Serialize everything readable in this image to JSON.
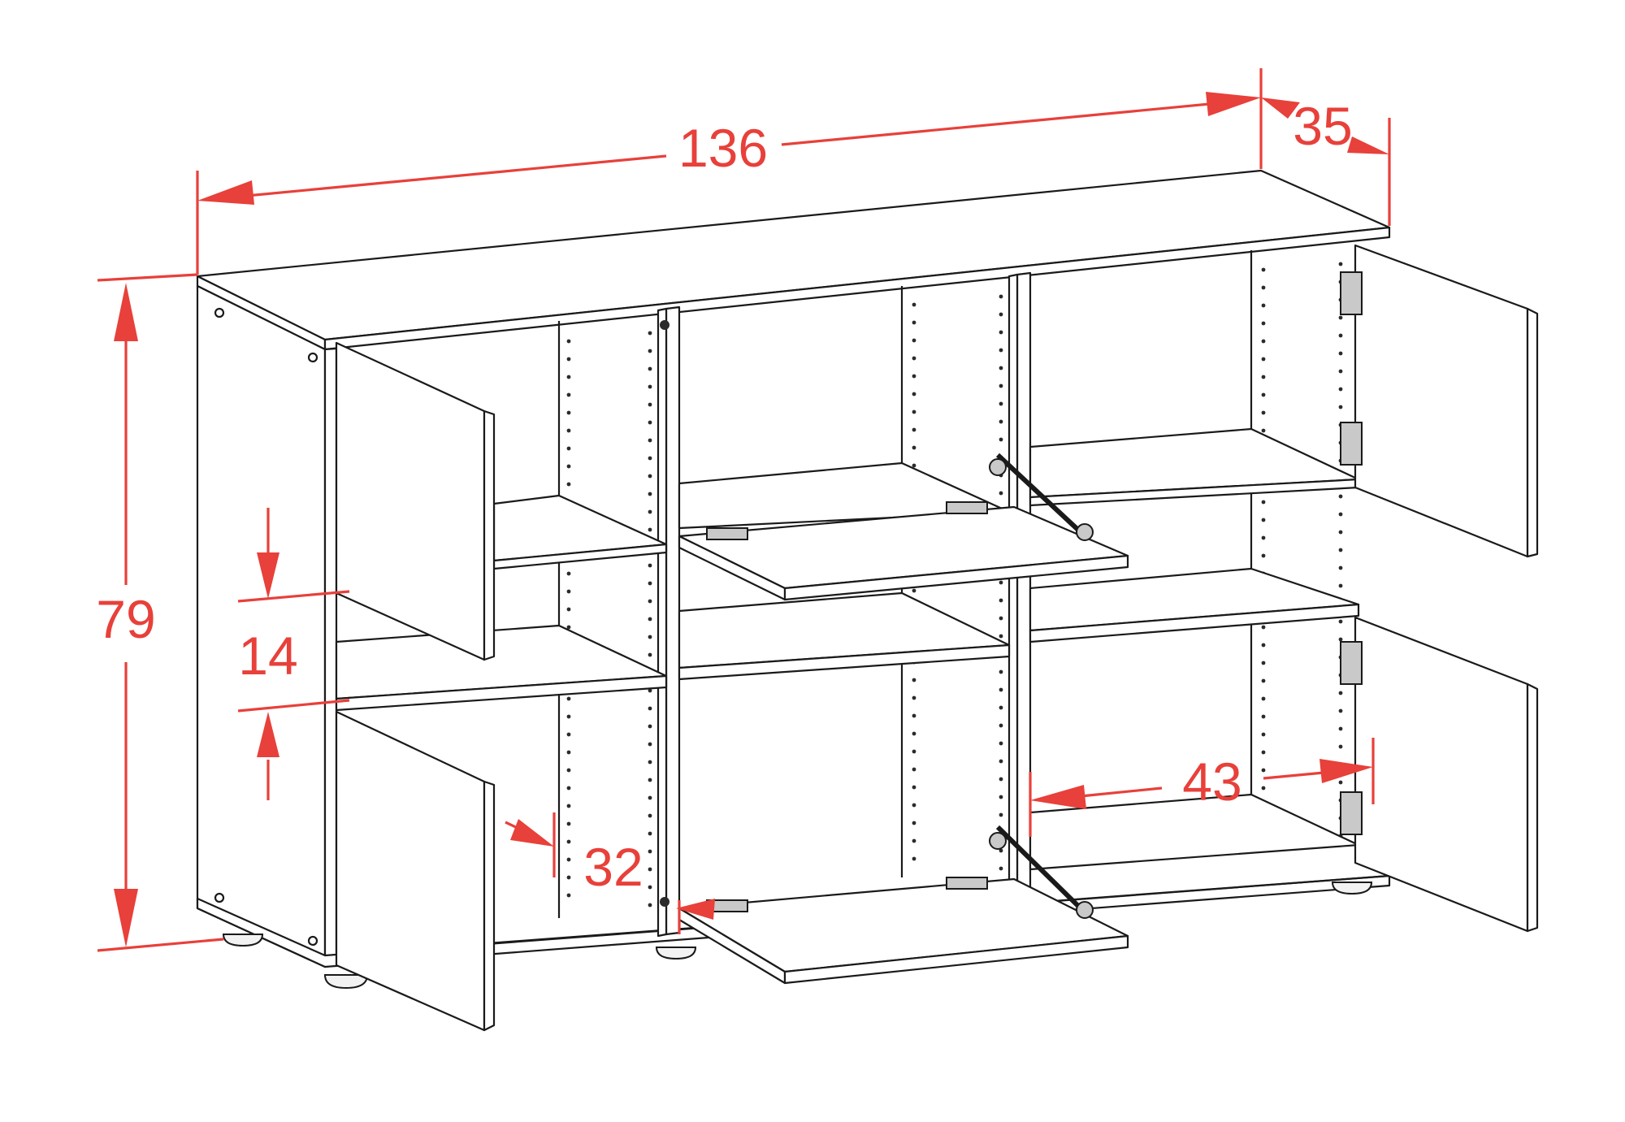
{
  "diagram": {
    "colors": {
      "dimension": "#e8403a",
      "outline": "#1a1a1a",
      "background": "#ffffff"
    },
    "dimensions": {
      "width": "136",
      "depth": "35",
      "height": "79",
      "shelf_gap": "14",
      "inset": "32",
      "compartment_width": "43"
    }
  }
}
